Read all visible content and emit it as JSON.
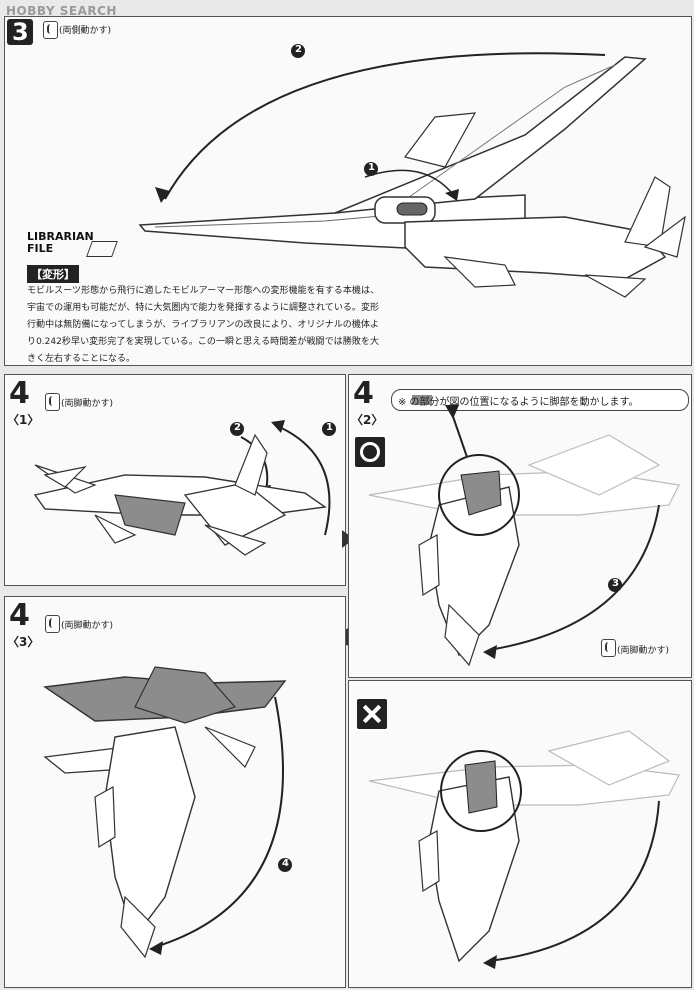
{
  "watermark": "HOBBY SEARCH",
  "step3": {
    "number": "3",
    "legend": "(両側動かす)",
    "callouts": [
      "1",
      "2"
    ],
    "librarian": {
      "title": "LIBRARIAN FILE",
      "tag": "【変形】",
      "body": "モビルスーツ形態から飛行に適したモビルアーマー形態への変形機能を有する本機は、宇宙での運用も可能だが、特に大気圏内で能力を発揮するように調整されている。変形行動中は無防備になってしまうが、ライブラリアンの改良により、オリジナルの機体より0.242秒早い変形完了を実現している。この一瞬と思える時間差が戦闘では勝敗を大きく左右することになる。"
    }
  },
  "step4_1": {
    "number": "4",
    "sub": "〈1〉",
    "legend": "(両脚動かす)",
    "callouts": [
      "2",
      "1"
    ]
  },
  "step4_2": {
    "number": "4",
    "sub": "〈2〉",
    "instruction": "※ の部分が図の位置になるように脚部を動かします。",
    "legend": "(両脚動かす)",
    "callouts": [
      "3"
    ]
  },
  "step4_3": {
    "number": "4",
    "sub": "〈3〉",
    "legend": "(両脚動かす)",
    "callouts": [
      "4"
    ]
  },
  "colors": {
    "panel_bg": "#fafafa",
    "page_bg": "#e9e9e9",
    "ink": "#222222",
    "part_gray": "#8c8c8c"
  }
}
